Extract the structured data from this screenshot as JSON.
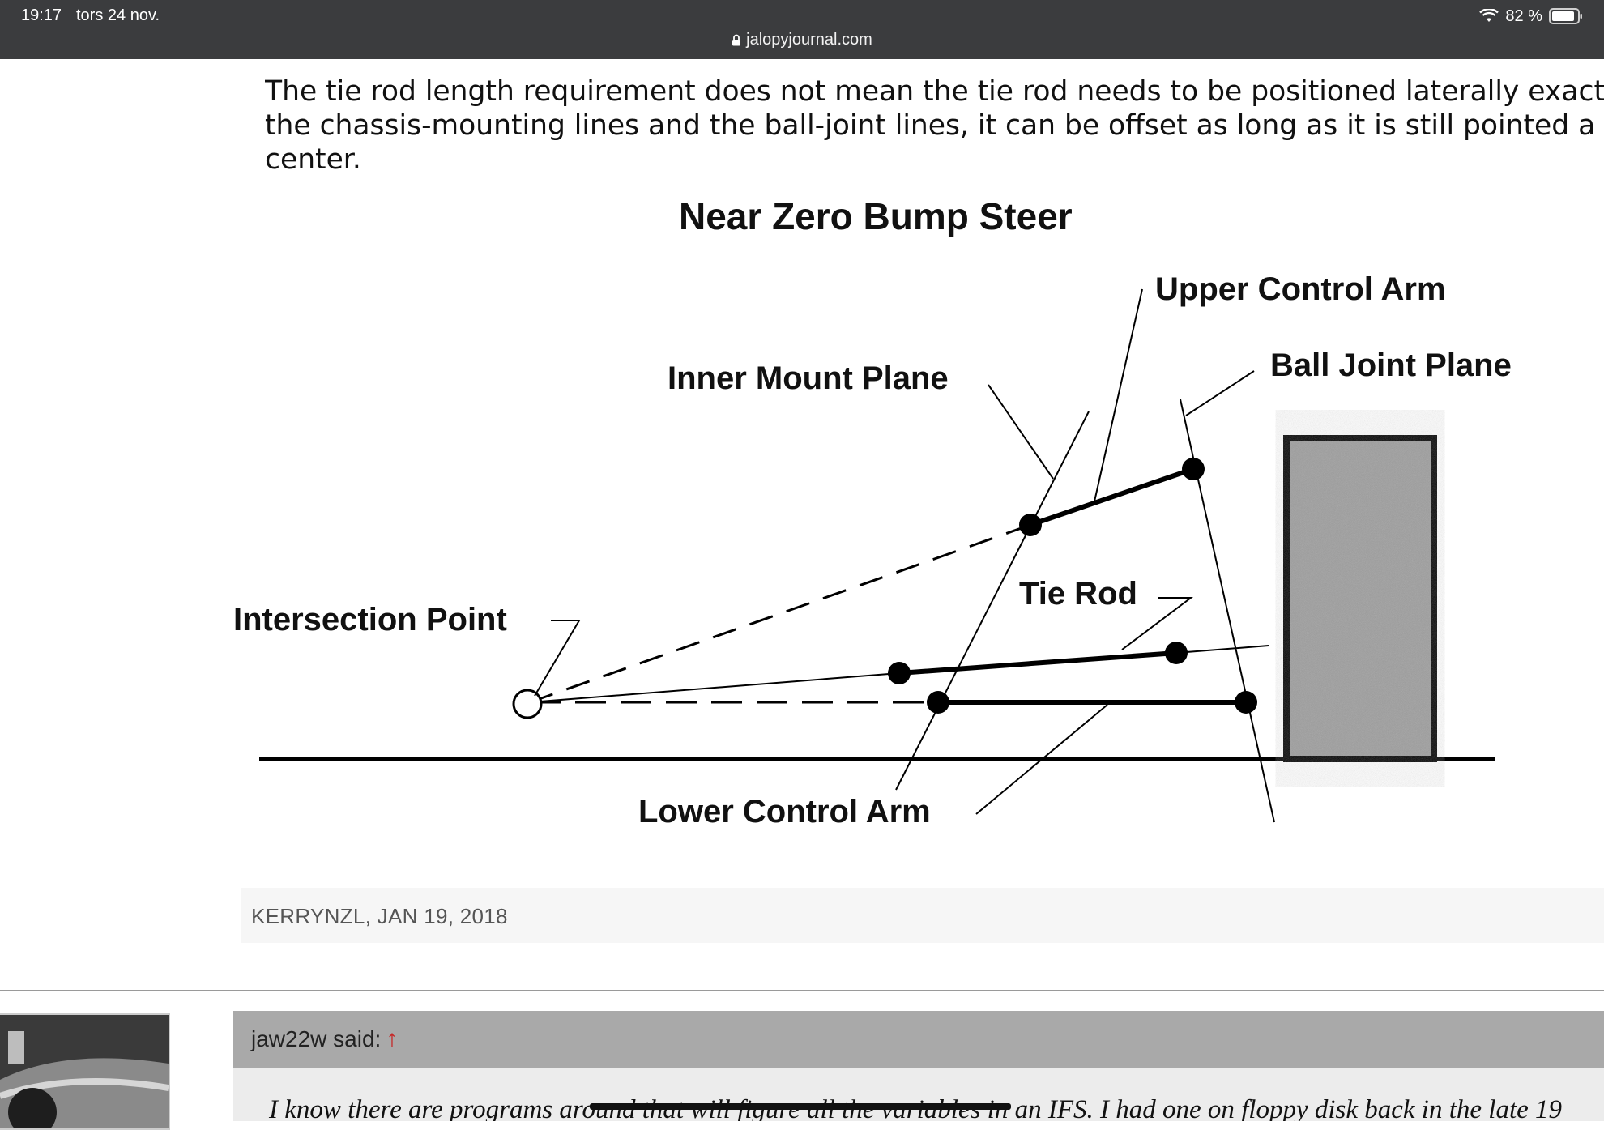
{
  "status_bar": {
    "time": "19:17",
    "date": "tors 24 nov.",
    "battery": "82 %",
    "url": "jalopyjournal.com"
  },
  "article": {
    "lines": [
      "The tie rod length requirement does not mean the tie rod needs to be positioned laterally exact",
      "the chassis-mounting lines and the ball-joint lines, it can be offset as long as it is still pointed a",
      "center."
    ]
  },
  "diagram": {
    "title": "Near Zero Bump Steer",
    "labels": {
      "upper_control_arm": "Upper Control Arm",
      "ball_joint_plane": "Ball Joint Plane",
      "inner_mount_plane": "Inner Mount Plane",
      "tie_rod": "Tie Rod",
      "intersection_point": "Intersection Point",
      "lower_control_arm": "Lower Control Arm"
    }
  },
  "post": {
    "meta": "KERRYNZL, JAN 19, 2018"
  },
  "next_post": {
    "author_label": "jaw22w said:",
    "arrow": "↑",
    "quote": "I know there are programs around that will figure all the variables in an IFS. I had one on floppy disk back in the late 19"
  },
  "colors": {
    "status_bar_bg": "#3b3c3e",
    "quote_header_bg": "#a9a9a9",
    "quote_body_bg": "#ececec",
    "arrow": "#c62828"
  }
}
